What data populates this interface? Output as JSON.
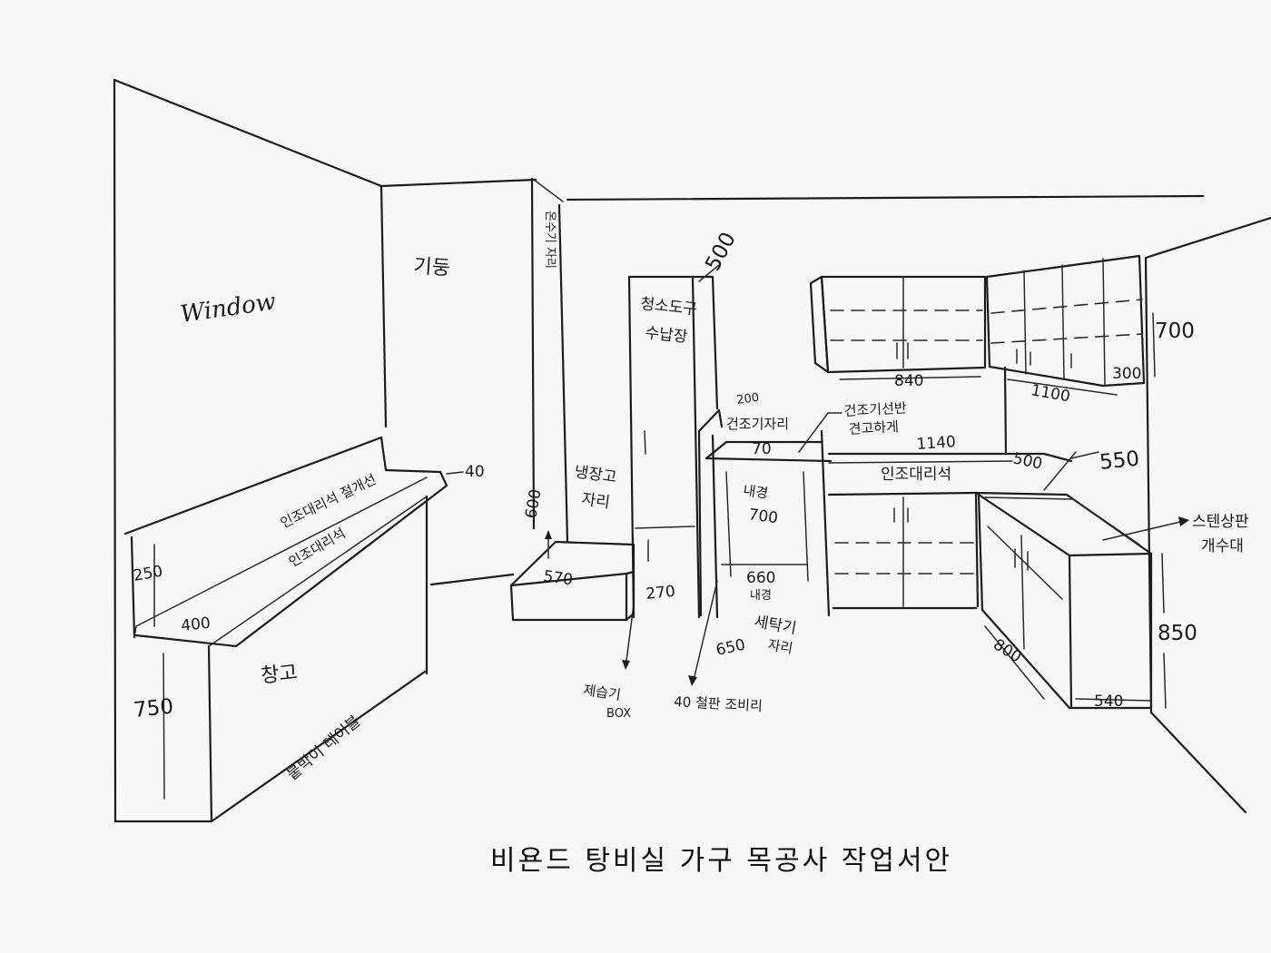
{
  "labels": {
    "window": "Window",
    "pillar": "기둥",
    "water_heater": "온수기 자리",
    "pantry_1": "청소도구",
    "pantry_2": "수납장",
    "dim_500_tall": "500",
    "fridge_1": "냉장고",
    "fridge_2": "자리",
    "dim_600": "600",
    "dim_570": "570",
    "dim_270": "270",
    "small_top_200": "200",
    "dryer_spot": "건조기자리",
    "dim_70": "70",
    "inner_1": "내경",
    "inner_2": "700",
    "dim_660": "660",
    "outer": "내경",
    "washer_1": "세탁기",
    "washer_2": "자리",
    "dim_650": "650",
    "shelf_note_1": "건조기선반",
    "shelf_note_2": "견고하게",
    "dim_1140": "1140",
    "stone_counter": "인조대리석",
    "dim_500": "500",
    "dim_550": "550",
    "dim_840": "840",
    "dim_1100": "1100",
    "dim_300": "300",
    "dim_700_upper": "700",
    "sink_1": "스텐상판",
    "sink_2": "개수대",
    "dim_850": "850",
    "dim_800": "800",
    "dim_540": "540",
    "stone_back_1": "인조대리석 절개선",
    "stone_back_2": "인조대리석",
    "dim_250": "250",
    "dim_400": "400",
    "dim_40_desk": "40",
    "storage": "창고",
    "table_note": "붙박이 테이블",
    "dim_750": "750",
    "box_1": "제습기",
    "box_2": "BOX",
    "finish_note": "40 철판 조비리"
  },
  "caption": "비욘드 탕비실 가구 목공사 작업서안"
}
